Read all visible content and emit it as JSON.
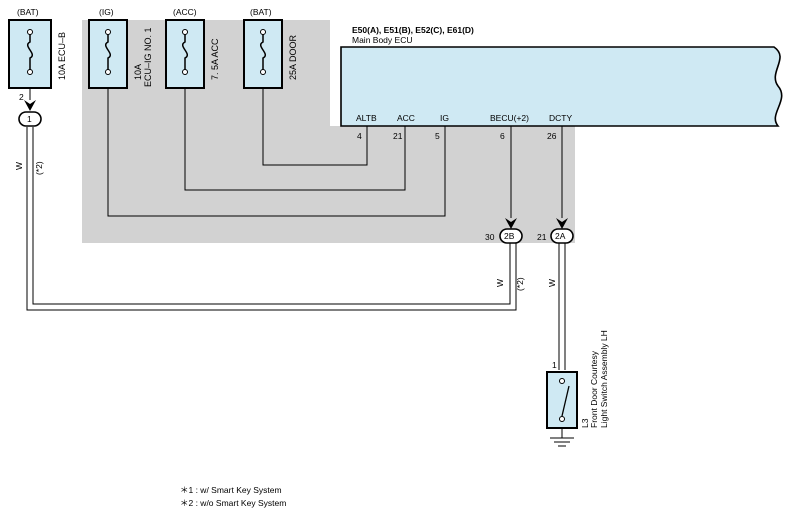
{
  "colors": {
    "ecu_area": "#d2d2d2",
    "fuse_body": "#cfe9f3",
    "ecu_body": "#cfe9f3",
    "wire": "#000000"
  },
  "power_labels": [
    "(BAT)",
    "(IG)",
    "(ACC)",
    "(BAT)"
  ],
  "fuses": [
    "10A ECU–B",
    "10A",
    "ECU–IG NO. 1",
    "7. 5A ACC",
    "25A DOOR"
  ],
  "ecu": {
    "connectors": "E50(A), E51(B), E52(C), E61(D)",
    "name": "Main Body ECU",
    "pins": [
      {
        "name": "ALTB",
        "num": "4"
      },
      {
        "name": "ACC",
        "num": "21"
      },
      {
        "name": "IG",
        "num": "5"
      },
      {
        "name": "BECU(+2)",
        "num": "6"
      },
      {
        "name": "DCTY",
        "num": "26"
      }
    ]
  },
  "connectors": {
    "c1": {
      "label": "1",
      "pin": "2"
    },
    "c2b": {
      "label": "2B",
      "pin": "30"
    },
    "c2a": {
      "label": "2A",
      "pin": "21"
    }
  },
  "wires": {
    "w_left": "W",
    "note_left": "(*2)",
    "w_right": "W",
    "note_right": "(*2)",
    "w_dcty": "W"
  },
  "switch": {
    "pin": "1",
    "name_line1": "Front Door Courtesy",
    "name_line2": "Light Switch Assembly LH",
    "code": "L3"
  },
  "notes": [
    "＊1 : w/ Smart Key System",
    "＊2 : w/o Smart Key System"
  ]
}
